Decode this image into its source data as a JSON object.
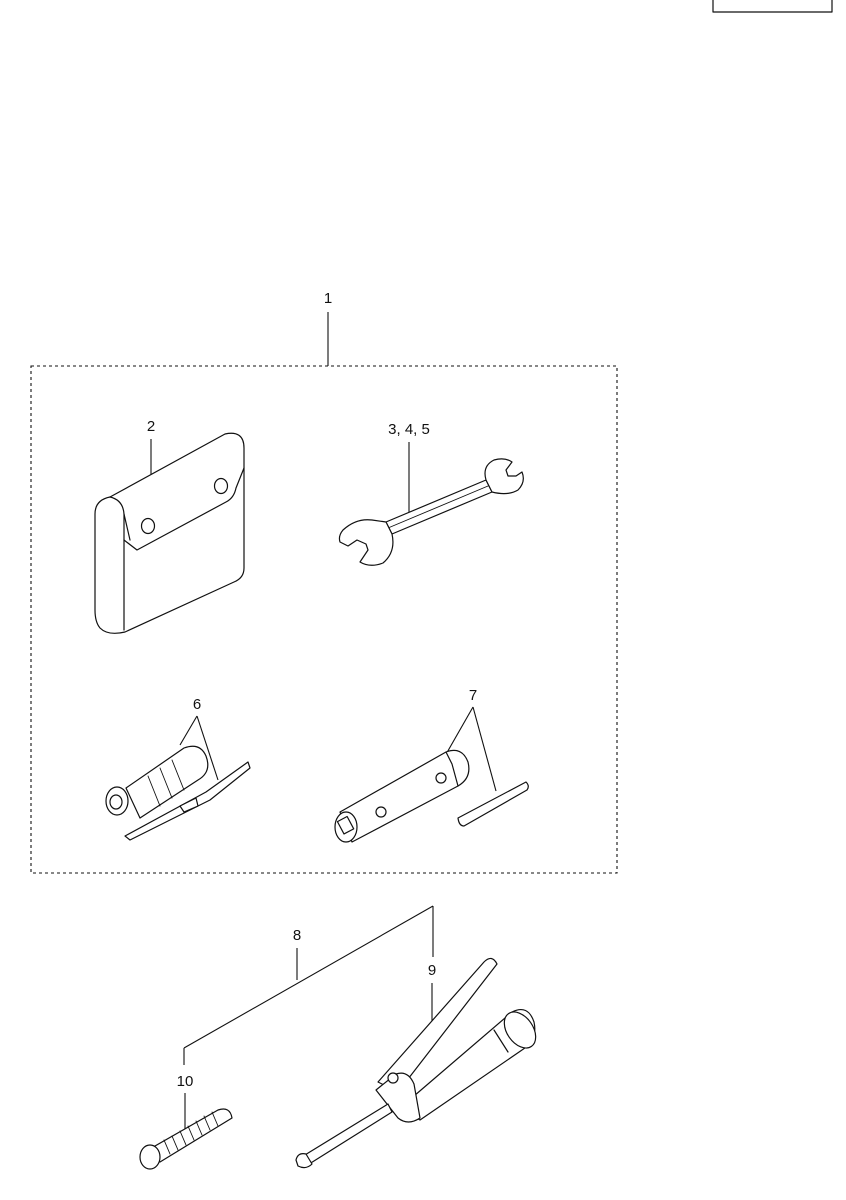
{
  "page_ref": "",
  "callouts": {
    "c1": "1",
    "c2": "2",
    "c345": "3, 4, 5",
    "c6": "6",
    "c7": "7",
    "c8": "8",
    "c9": "9",
    "c10": "10"
  },
  "parts": [
    {
      "ref": "1",
      "icon": "tool-kit-dashed-outline"
    },
    {
      "ref": "2",
      "icon": "tool-bag-icon"
    },
    {
      "ref": "3, 4, 5",
      "icon": "open-end-wrench-icon"
    },
    {
      "ref": "6",
      "icon": "screwdriver-icon"
    },
    {
      "ref": "7",
      "icon": "box-wrench-icon"
    },
    {
      "ref": "8",
      "icon": "grease-gun-set"
    },
    {
      "ref": "9",
      "icon": "grease-gun-icon"
    },
    {
      "ref": "10",
      "icon": "nozzle-hose-icon"
    }
  ]
}
